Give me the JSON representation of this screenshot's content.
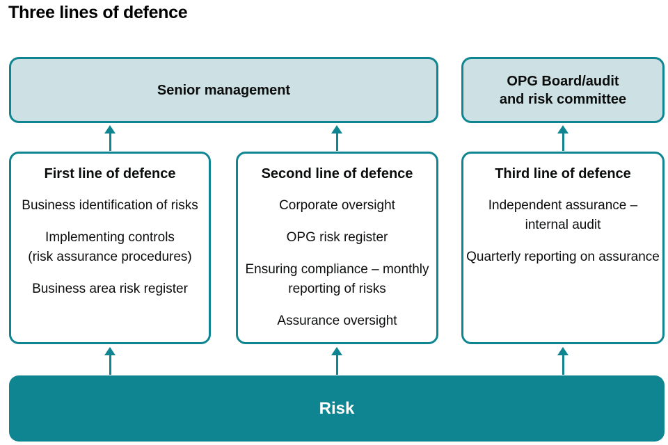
{
  "title": "Three lines of defence",
  "colors": {
    "teal": "#0e8591",
    "light_fill": "#cde0e3",
    "text": "#0b0c0c",
    "risk_text": "#ffffff"
  },
  "top_row": {
    "senior_management": {
      "label": "Senior management"
    },
    "opg_board": {
      "label": "OPG Board/audit\nand risk committee"
    }
  },
  "columns": [
    {
      "heading": "First line of defence",
      "items": [
        "Business identification of risks",
        "Implementing controls\n(risk assurance procedures)",
        "Business area risk register"
      ]
    },
    {
      "heading": "Second line of defence",
      "items": [
        "Corporate oversight",
        "OPG risk register",
        "Ensuring compliance – monthly\nreporting of risks",
        "Assurance oversight"
      ]
    },
    {
      "heading": "Third line of defence",
      "items": [
        "Independent assurance –\ninternal audit",
        "Quarterly reporting on assurance"
      ]
    }
  ],
  "risk_bar": {
    "label": "Risk"
  }
}
